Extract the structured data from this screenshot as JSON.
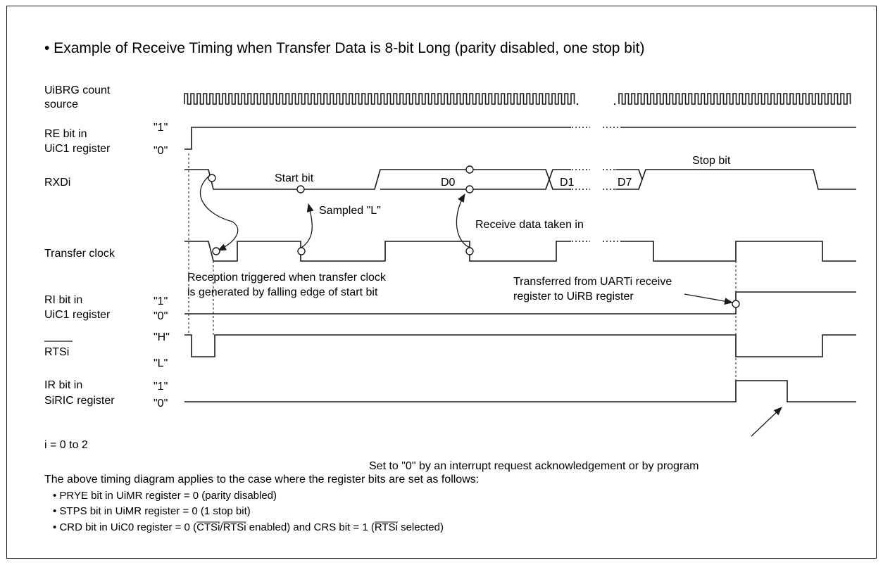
{
  "title": "• Example of Receive Timing when Transfer Data is 8-bit Long (parity disabled, one stop bit)",
  "signals": {
    "ubrg": [
      "UiBRG count",
      "source"
    ],
    "re": [
      "RE bit in",
      "UiC1 register"
    ],
    "rxd": "RXDi",
    "tclk": "Transfer clock",
    "ri": [
      "RI bit in",
      "UiC1 register"
    ],
    "rts": "RTSi",
    "ir": [
      "IR bit in",
      "SiRIC register"
    ]
  },
  "levels": {
    "re": [
      "\"1\"",
      "\"0\""
    ],
    "ri": [
      "\"1\"",
      "\"0\""
    ],
    "rts": [
      "\"H\"",
      "\"L\""
    ],
    "ir": [
      "\"1\"",
      "\"0\""
    ]
  },
  "data_bits": [
    "D0",
    "D1",
    "D7"
  ],
  "annotations": {
    "start_bit": "Start bit",
    "stop_bit": "Stop bit",
    "sampled_l": "Sampled \"L\"",
    "receive_taken": "Receive data taken in",
    "reception_triggered": [
      "Reception triggered when transfer clock",
      "is generated by falling edge of start bit"
    ],
    "transferred": [
      "Transferred from UARTi receive",
      "register to UiRB register"
    ],
    "set_zero": "Set to \"0\" by an interrupt request acknowledgement or by program"
  },
  "index_note": "i = 0 to 2",
  "footnote": {
    "intro": "The above timing diagram applies to the case where the register bits are set as follows:",
    "items": [
      "• PRYE bit in UiMR register = 0 (parity disabled)",
      "• STPS bit in UiMR register = 0 (1 stop bit)"
    ],
    "item3_pre": "• CRD bit in UiC0 register = 0 (",
    "item3_ov1": "CTSi",
    "item3_slash": "/",
    "item3_ov2": "RTSi",
    "item3_mid": " enabled) and CRS bit = 1 (",
    "item3_ov3": "RTSi",
    "item3_post": " selected)"
  }
}
